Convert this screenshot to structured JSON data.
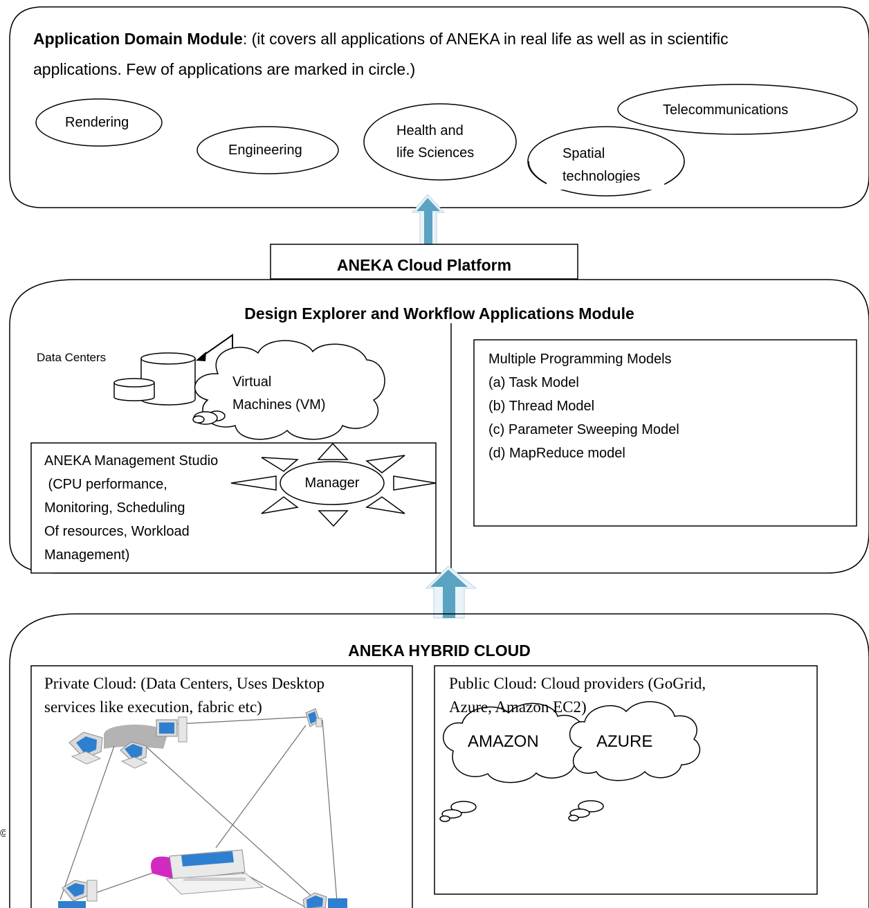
{
  "app_domain": {
    "title": "Application Domain Module",
    "desc_line1": ": (it covers all applications of ANEKA in real life as well as in scientific",
    "desc_line2": "applications. Few of applications are marked in circle.)",
    "apps": {
      "rendering": "Rendering",
      "engineering": "Engineering",
      "health_1": "Health and",
      "health_2": "life Sciences",
      "spatial_1": "Spatial",
      "spatial_2": "technologies",
      "telecom": "Telecommunications"
    }
  },
  "platform": {
    "label": "ANEKA Cloud Platform"
  },
  "design": {
    "title": "Design Explorer and Workflow Applications Module",
    "data_centers": "Data Centers",
    "vm_1": "Virtual",
    "vm_2": "Machines (VM)",
    "mgmt": {
      "l1": "ANEKA Management Studio",
      "l2": " (CPU performance,",
      "l3": "Monitoring, Scheduling",
      "l4": "Of resources, Workload",
      "l5": "Management)"
    },
    "manager": "Manager",
    "models": {
      "title": "Multiple Programming Models",
      "items": [
        "(a) Task Model",
        "(b) Thread Model",
        "(c) Parameter Sweeping Model",
        "(d) MapReduce model"
      ]
    }
  },
  "hybrid": {
    "title": "ANEKA HYBRID CLOUD",
    "private_1": "Private Cloud:  (Data Centers, Uses Desktop",
    "private_2": "services like execution, fabric etc)",
    "public_1": "Public Cloud:  Cloud providers (GoGrid,",
    "public_2": "Azure, Amazon EC2)",
    "amazon": "AMAZON",
    "azure": "AZURE"
  },
  "copyright_glyph": "©",
  "colors": {
    "arrow": "#5ba3c2",
    "arrow_light": "#dfeef5",
    "monitor": "#2f7fd0",
    "magenta": "#d22ac0"
  }
}
